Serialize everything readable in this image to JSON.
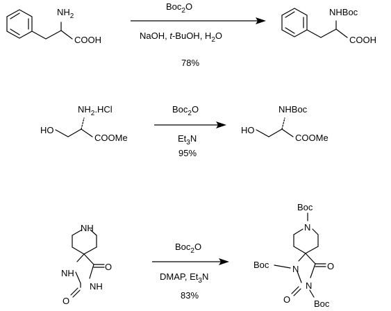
{
  "colors": {
    "ink": "#000000",
    "background": "#ffffff"
  },
  "reactions": [
    {
      "reactant": {
        "amine": "NH",
        "amine_sub": "2",
        "acid": "COOH"
      },
      "conditions": {
        "reagent_a": "Boc",
        "reagent_sub": "2",
        "reagent_b": "O",
        "line2_a": "NaOH, ",
        "line2_b": "t",
        "line2_c": "-BuOH, H",
        "line2_sub": "2",
        "line2_d": "O"
      },
      "yield": "78%",
      "product": {
        "amine": "NHBoc",
        "acid": "COOH"
      }
    },
    {
      "reactant": {
        "hydroxyl": "HO",
        "amine": "NH",
        "amine_sub": "2",
        "salt": ".HCl",
        "ester": "COOMe"
      },
      "conditions": {
        "reagent_a": "Boc",
        "reagent_sub": "2",
        "reagent_b": "O",
        "line2_a": "Et",
        "line2_sub": "3",
        "line2_b": "N"
      },
      "yield": "95%",
      "product": {
        "hydroxyl": "HO",
        "amine": "NHBoc",
        "ester": "COOMe"
      }
    },
    {
      "reactant": {
        "ring_n": "N",
        "ring_h": "H",
        "nh_left": "NH",
        "nh_bottom": "NH",
        "oxo_right": "O",
        "oxo_left": "O"
      },
      "conditions": {
        "reagent_a": "Boc",
        "reagent_sub": "2",
        "reagent_b": "O",
        "line2_a": "DMAP, Et",
        "line2_sub": "3",
        "line2_b": "N"
      },
      "yield": "83%",
      "product": {
        "ring_n": "N",
        "boc_top": "Boc",
        "n_left": "N",
        "boc_left": "Boc",
        "n_bottom": "N",
        "boc_bottom": "Boc",
        "oxo_right": "O",
        "oxo_left": "O"
      }
    }
  ]
}
